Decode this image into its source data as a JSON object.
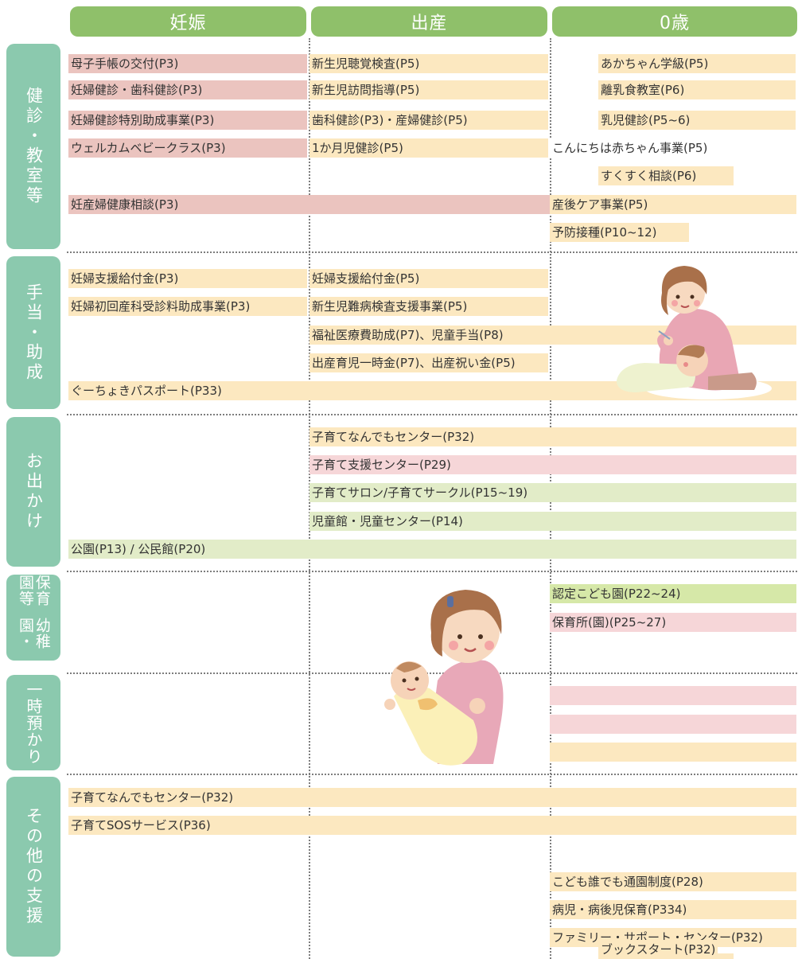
{
  "headers": {
    "pregnancy": "妊娠",
    "birth": "出産",
    "age0": "0歳"
  },
  "categories": {
    "checkups": "健診・教室等",
    "allowance": "手当・助成",
    "outing": "お出かけ",
    "kindergarten_line1": "幼稚園・",
    "kindergarten_line2": "保育園等",
    "temporary": "一時預かり",
    "other": "その他の支援"
  },
  "items": {
    "boshi_techo": "母子手帳の交付(P3)",
    "ninpu_kenshin": "妊婦健診・歯科健診(P3)",
    "ninpu_tokubetsu": "妊婦健診特別助成事業(P3)",
    "welcome_baby": "ウェルカムベビークラス(P3)",
    "ninsanpu_soudan": "妊産婦健康相談(P3)",
    "shinseiji_choukaku": "新生児聴覚検査(P5)",
    "shinseiji_houmon": "新生児訪問指導(P5)",
    "shika_sanpu": "歯科健診(P3)・産婦健診(P5)",
    "ikkagetsu": "1か月児健診(P5)",
    "akachan_gakkyu": "あかちゃん学級(P5)",
    "rinyushoku": "離乳食教室(P6)",
    "nyuji_kenshin": "乳児健診(P5~6)",
    "konnichiwa": "こんにちは赤ちゃん事業(P5)",
    "sukusuku": "すくすく相談(P6)",
    "sango_care": "産後ケア事業(P5)",
    "yobo_sesshu": "予防接種(P10~12)",
    "ninpu_shien_1": "妊婦支援給付金(P3)",
    "ninpu_shoshin": "妊婦初回産科受診料助成事業(P3)",
    "ninpu_shien_2": "妊婦支援給付金(P5)",
    "shinseiji_nanbyo": "新生児難病検査支援事業(P5)",
    "fukushi_iryo": "福祉医療費助成(P7)、児童手当(P8)",
    "shussan_ikuji": "出産育児一時金(P7)、出産祝い金(P5)",
    "guchoki": "ぐーちょきパスポート(P33)",
    "kosodate_nandemo_1": "子育てなんでもセンター(P32)",
    "kosodate_shien_center": "子育て支援センター(P29)",
    "kosodate_salon": "子育てサロン/子育てサークル(P15~19)",
    "jidokan": "児童館・児童センター(P14)",
    "koen": "公園(P13) / 公民館(P20)",
    "nintei_kodomoen": "認定こども園(P22~24)",
    "hoikusho": "保育所(園)(P25~27)",
    "kosodate_nandemo_2": "子育てなんでもセンター(P32)",
    "kosodate_sos": "子育てSOSサービス(P36)",
    "kodomo_daredemo": "こども誰でも通園制度(P28)",
    "byoji_hoiku": "病児・病後児保育(P334)",
    "family_support": "ファミリー・サポート・センター(P32)",
    "bookstart": "ブックスタート(P32)"
  },
  "colors": {
    "header": "#8fc06a",
    "category": "#8bc9ae",
    "rose": "#ebc4bf",
    "pink": "#f6d6d8",
    "yellow": "#fce8c0",
    "green": "#e2ecc8",
    "lime": "#d6e8a8"
  },
  "illustrations": [
    "mother-feeding-baby",
    "mother-holding-baby"
  ]
}
